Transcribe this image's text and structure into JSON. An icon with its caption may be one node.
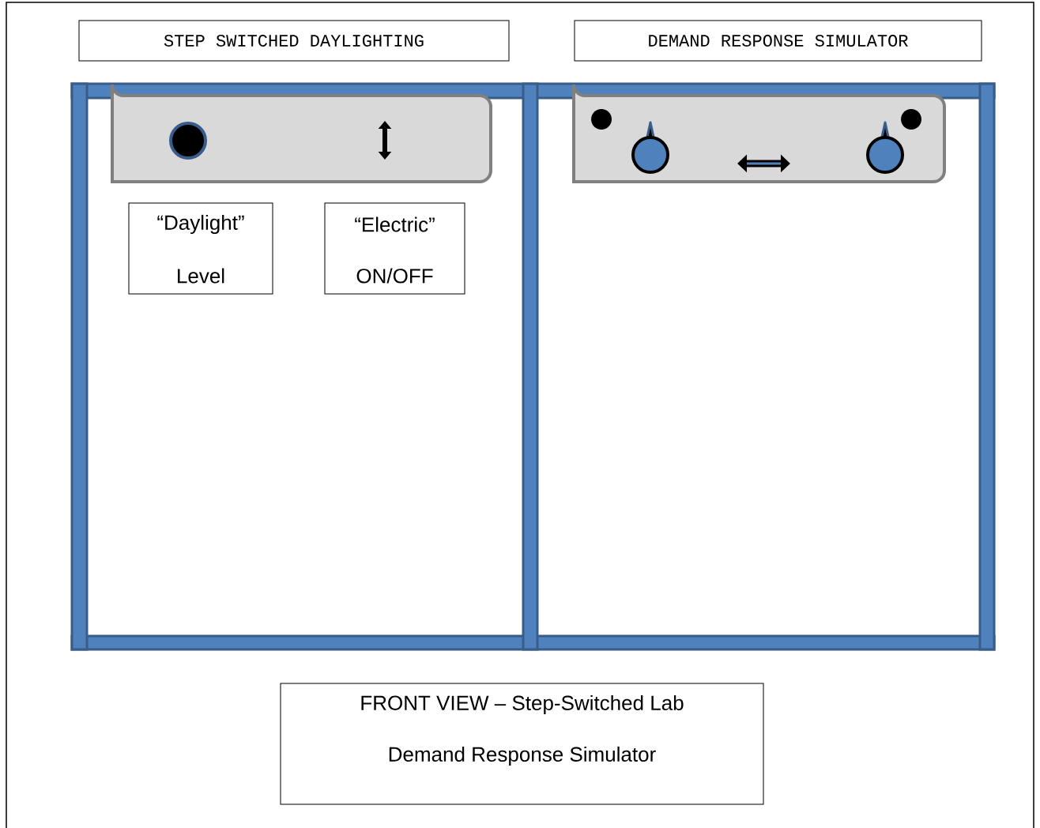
{
  "diagram": {
    "title": "FRONT VIEW – Step-Switched Lab",
    "nodes": [
      {
        "text": [
          "STEP SWITCHED DAYLIGHTING"
        ]
      },
      {
        "text": [
          "DEMAND RESPONSE SIMULATOR"
        ]
      },
      {
        "text": [
          "“Daylight”",
          "Level"
        ]
      },
      {
        "text": [
          "“Electric”",
          "ON/OFF"
        ]
      },
      {
        "text": [
          "Demand Response Simulator"
        ]
      }
    ]
  }
}
